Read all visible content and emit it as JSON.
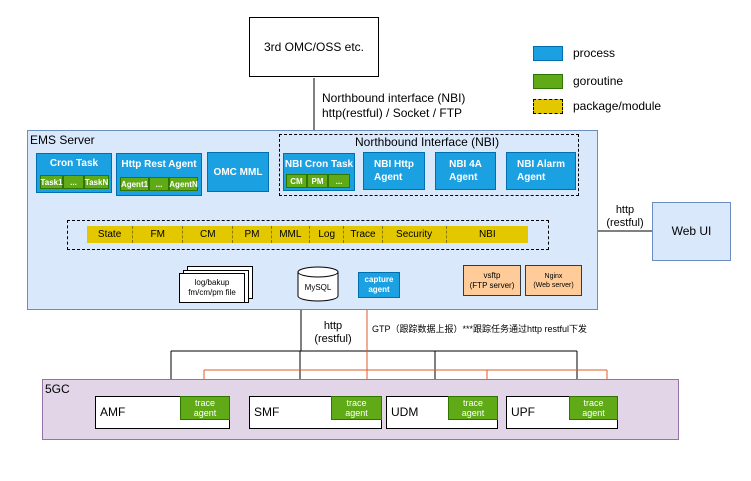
{
  "omc": {
    "label": "3rd OMC/OSS etc."
  },
  "legend": {
    "process": "process",
    "goroutine": "goroutine",
    "package": "package/module",
    "colors": {
      "process": "#1ba1e2",
      "goroutine": "#60a917",
      "package": "#e3c800"
    }
  },
  "nbi_top": {
    "line1": "Northbound interface (NBI)",
    "line2": "http(restful) / Socket / FTP"
  },
  "ems": {
    "title": "EMS Server",
    "cron_task": {
      "label": "Cron Task",
      "subs": [
        "Task1",
        "...",
        "TaskN"
      ]
    },
    "http_agent": {
      "label": "Http Rest Agent",
      "subs": [
        "Agent1",
        "...",
        "AgentN"
      ]
    },
    "omc_mml": {
      "label": "OMC MML"
    },
    "nbi_group": {
      "title": "Northbound Interface (NBI)",
      "cron": {
        "label": "NBI Cron Task",
        "subs": [
          "CM",
          "PM",
          "..."
        ]
      },
      "http": {
        "label": "NBI Http\nAgent"
      },
      "fourA": {
        "label": "NBI 4A\nAgent"
      },
      "alarm": {
        "label": "NBI Alarm\nAgent"
      }
    },
    "modules": [
      "State",
      "FM",
      "CM",
      "PM",
      "MML",
      "Log",
      "Trace",
      "Security",
      "NBI"
    ],
    "log_file": {
      "label": "log/bakup\nfm/cm/pm file"
    },
    "mysql": {
      "label": "MySQL"
    },
    "capture": {
      "label": "capture\nagent"
    },
    "vsftp": {
      "label": "vsftp\n(FTP server)"
    },
    "nginx": {
      "label": "Nginx\n(Web server)"
    }
  },
  "web_link": {
    "label": "http\n(restful)"
  },
  "webui": {
    "label": "Web UI"
  },
  "ems_down": {
    "label": "http\n(restful)"
  },
  "gtp_note": {
    "label": "GTP（跟踪数据上报）***跟踪任务通过http restful下发"
  },
  "fivegc": {
    "title": "5GC",
    "nfs": [
      {
        "name": "AMF",
        "agent": "trace\nagent"
      },
      {
        "name": "SMF",
        "agent": "trace\nagent"
      },
      {
        "name": "UDM",
        "agent": "trace\nagent"
      },
      {
        "name": "UPF",
        "agent": "trace\nagent"
      }
    ]
  }
}
